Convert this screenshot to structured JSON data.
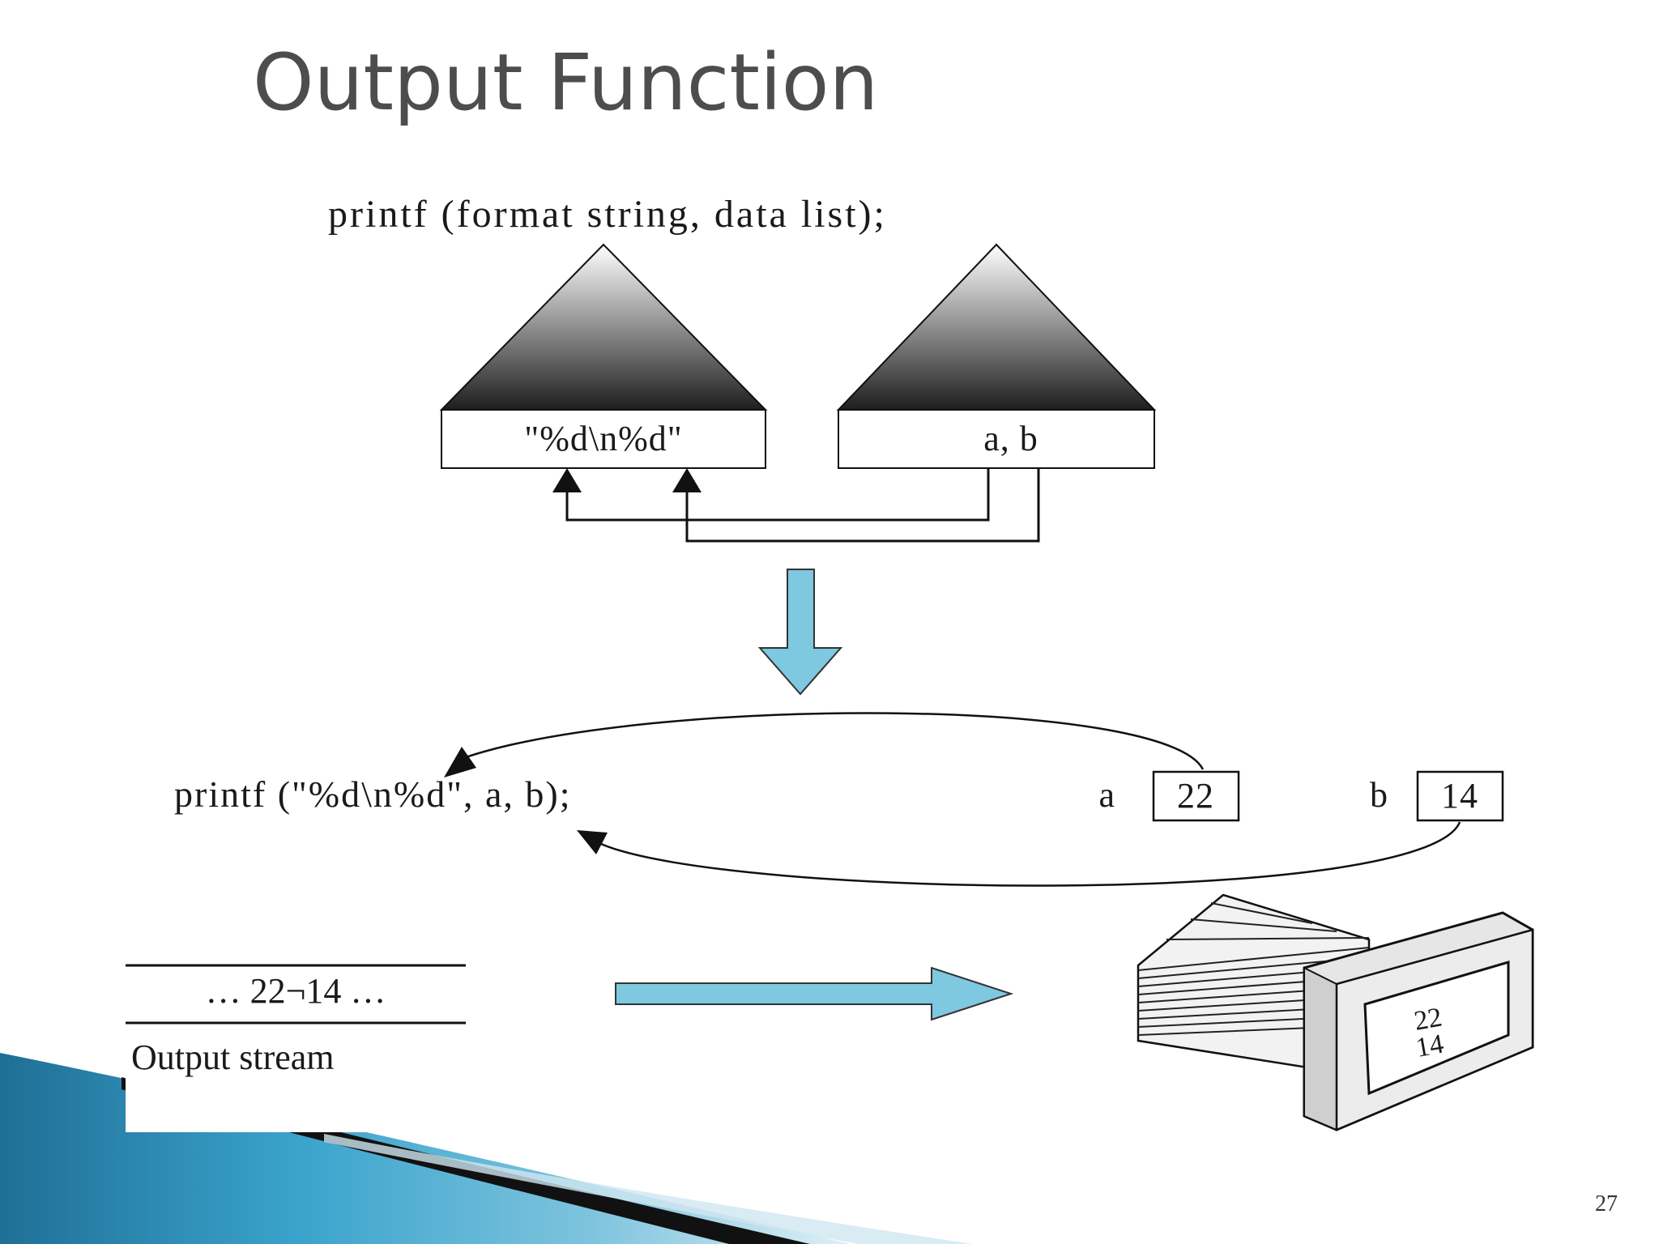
{
  "slide": {
    "title": "Output Function",
    "page_number": "27"
  },
  "diagram": {
    "general_form": "printf (format string, data list);",
    "format_box": "\"%d\\n%d\"",
    "data_box": "a, b",
    "call_statement": "printf (\"%d\\n%d\", a, b);",
    "variables": [
      {
        "name": "a",
        "value": "22"
      },
      {
        "name": "b",
        "value": "14"
      }
    ],
    "output_stream_content": "… 22¬14 …",
    "output_stream_label": "Output stream",
    "screen_lines": [
      "22",
      "14"
    ]
  },
  "colors": {
    "accent_arrow": "#7ec8e0",
    "title": "#4d4d4d",
    "bottom_band_blue": "#2b8db6",
    "bottom_band_dark": "#111111"
  }
}
